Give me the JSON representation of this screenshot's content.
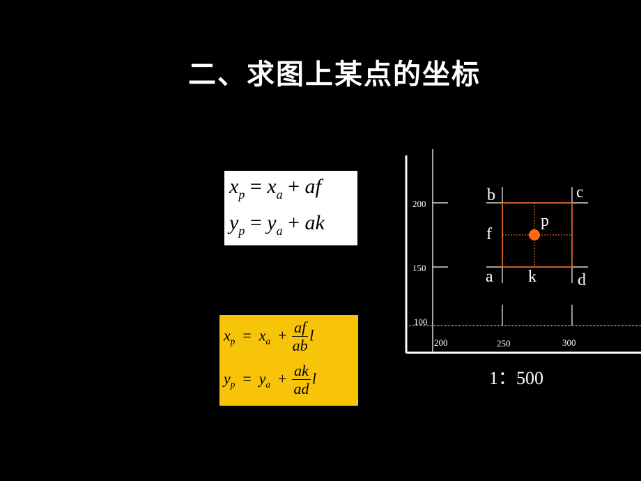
{
  "slide": {
    "title": "二、求图上某点的坐标",
    "background": "#000000"
  },
  "formula_basic": {
    "background": "#ffffff",
    "line1": {
      "lhs": "x",
      "lhs_sub": "p",
      "eq": "=",
      "rhs": "x",
      "rhs_sub": "a",
      "plus": "+",
      "term": "af"
    },
    "line2": {
      "lhs": "y",
      "lhs_sub": "p",
      "eq": "=",
      "rhs": "y",
      "rhs_sub": "a",
      "plus": "+",
      "term": "ak"
    }
  },
  "formula_scaled": {
    "background": "#f7c40a",
    "line1": {
      "lhs": "x",
      "lhs_sub": "p",
      "eq": "=",
      "rhs": "x",
      "rhs_sub": "a",
      "plus": "+",
      "num": "af",
      "den": "ab",
      "factor": "l"
    },
    "line2": {
      "lhs": "y",
      "lhs_sub": "p",
      "eq": "=",
      "rhs": "y",
      "rhs_sub": "a",
      "plus": "+",
      "num": "ak",
      "den": "ad",
      "factor": "l"
    }
  },
  "diagram": {
    "grid_color": "#ffffff",
    "square_color": "#e8641e",
    "point_color": "#ff6a13",
    "y_ticks": [
      "200",
      "150",
      "100"
    ],
    "x_ticks": [
      "200",
      "250",
      "300"
    ],
    "corner_labels": {
      "b": "b",
      "c": "c",
      "a": "a",
      "d": "d"
    },
    "point_labels": {
      "p": "p",
      "f": "f",
      "k": "k"
    },
    "scale": "1：500"
  }
}
